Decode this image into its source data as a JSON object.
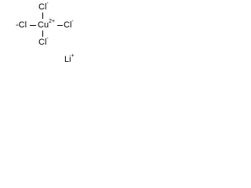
{
  "structure": {
    "cl_top": {
      "symbol": "Cl",
      "charge": "-"
    },
    "cl_left": {
      "symbol": "Cl",
      "charge": "-",
      "prefix": "-"
    },
    "cu_center": {
      "symbol": "Cu",
      "charge": "2+"
    },
    "cl_right": {
      "symbol": "Cl",
      "charge": "-"
    },
    "cl_bottom": {
      "symbol": "Cl",
      "charge": "-"
    },
    "li_ion": {
      "symbol": "Li",
      "charge": "+"
    }
  },
  "colors": {
    "ink": "#000000",
    "background": "#ffffff"
  }
}
